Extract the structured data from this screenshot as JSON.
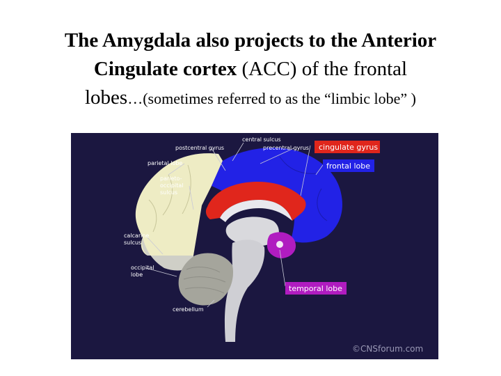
{
  "title": {
    "line1_bold": "The Amygdala also projects  to the Anterior",
    "line2_bold": "Cingulate cortex",
    "line2_normal": " (ACC) of the frontal",
    "line3_large": "lobes",
    "line3_small": "…(sometimes referred to as the “limbic lobe” )"
  },
  "diagram": {
    "labels": {
      "central_sulcus": "central sulcus",
      "postcentral_gyrus": "postcentral gyrus",
      "precentral_gyrus": "precentral gyrus",
      "parietal_lobe": "parietal lobe",
      "parieto_line1": "parieto-",
      "parieto_line2": "occipital",
      "parieto_line3": "sulcus",
      "calcarine_line1": "calcarine",
      "calcarine_line2": "sulcus",
      "occipital_line1": "occipital",
      "occipital_line2": "lobe",
      "cerebellum": "cerebellum"
    },
    "tags": {
      "cingulate_gyrus": "cingulate gyrus",
      "frontal_lobe": "frontal lobe",
      "temporal_lobe": "temporal lobe"
    },
    "copyright": "©CNSforum.com",
    "colors": {
      "background": "#1b1740",
      "cingulate": "#e0261c",
      "frontal": "#2222e6",
      "temporal": "#b01cc0",
      "parietal": "#eeecc4",
      "occipital": "#cfcfc7",
      "cerebellum": "#a5a59c",
      "brainstem": "#cfcfd4"
    }
  }
}
